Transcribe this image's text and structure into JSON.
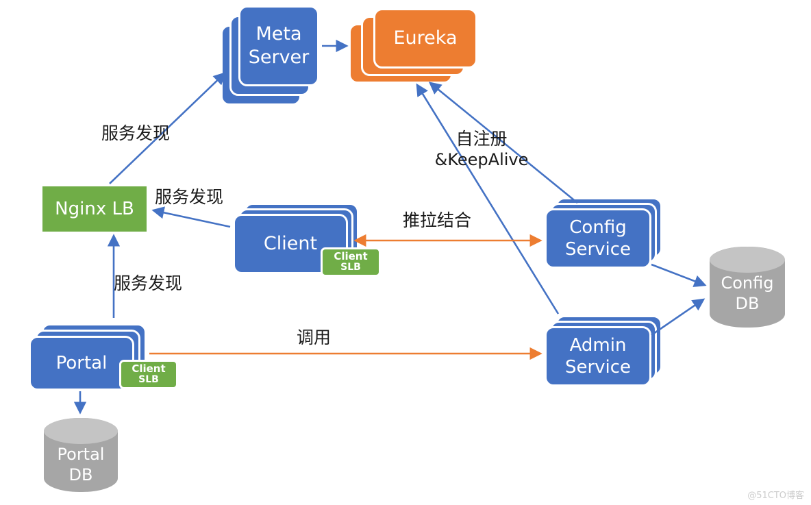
{
  "colors": {
    "node_blue": "#4472C4",
    "node_orange": "#ED7D31",
    "node_green": "#70AD47",
    "db_gray": "#A6A6A6",
    "db_gray_top": "#C4C4C4",
    "arrow_blue": "#4472C4",
    "arrow_orange": "#ED7D31"
  },
  "nodes": {
    "meta_server": {
      "line1": "Meta",
      "line2": "Server"
    },
    "eureka": {
      "label": "Eureka"
    },
    "nginx_lb": {
      "label": "Nginx LB"
    },
    "client": {
      "label": "Client"
    },
    "client_slb": {
      "line1": "Client",
      "line2": "SLB"
    },
    "portal": {
      "label": "Portal"
    },
    "portal_slb": {
      "line1": "Client",
      "line2": "SLB"
    },
    "config_service": {
      "line1": "Config",
      "line2": "Service"
    },
    "admin_service": {
      "line1": "Admin",
      "line2": "Service"
    },
    "config_db": {
      "line1": "Config",
      "line2": "DB"
    },
    "portal_db": {
      "line1": "Portal",
      "line2": "DB"
    }
  },
  "labels": {
    "service_discovery_top": "服务发现",
    "service_discovery_mid": "服务发现",
    "service_discovery_bottom": "服务发现",
    "self_register": "自注册",
    "keep_alive": "&KeepAlive",
    "push_pull": "推拉结合",
    "invoke": "调用"
  },
  "edges": [
    {
      "from": "nginx_lb",
      "to": "meta_server",
      "color": "blue",
      "label": "服务发现"
    },
    {
      "from": "meta_server",
      "to": "eureka",
      "color": "blue",
      "label": ""
    },
    {
      "from": "client",
      "to": "nginx_lb",
      "color": "blue",
      "label": "服务发现"
    },
    {
      "from": "portal",
      "to": "nginx_lb",
      "color": "blue",
      "label": "服务发现"
    },
    {
      "from": "portal",
      "to": "portal_db",
      "color": "blue",
      "label": ""
    },
    {
      "from": "config_service",
      "to": "eureka",
      "color": "blue",
      "label": "自注册 &KeepAlive"
    },
    {
      "from": "admin_service",
      "to": "eureka",
      "color": "blue",
      "label": "自注册 &KeepAlive"
    },
    {
      "from": "client",
      "to": "config_service",
      "color": "orange",
      "bidirectional": true,
      "label": "推拉结合"
    },
    {
      "from": "portal",
      "to": "admin_service",
      "color": "orange",
      "label": "调用"
    },
    {
      "from": "config_service",
      "to": "config_db",
      "color": "blue",
      "label": ""
    },
    {
      "from": "admin_service",
      "to": "config_db",
      "color": "blue",
      "label": ""
    }
  ],
  "watermark": "@51CTO博客"
}
